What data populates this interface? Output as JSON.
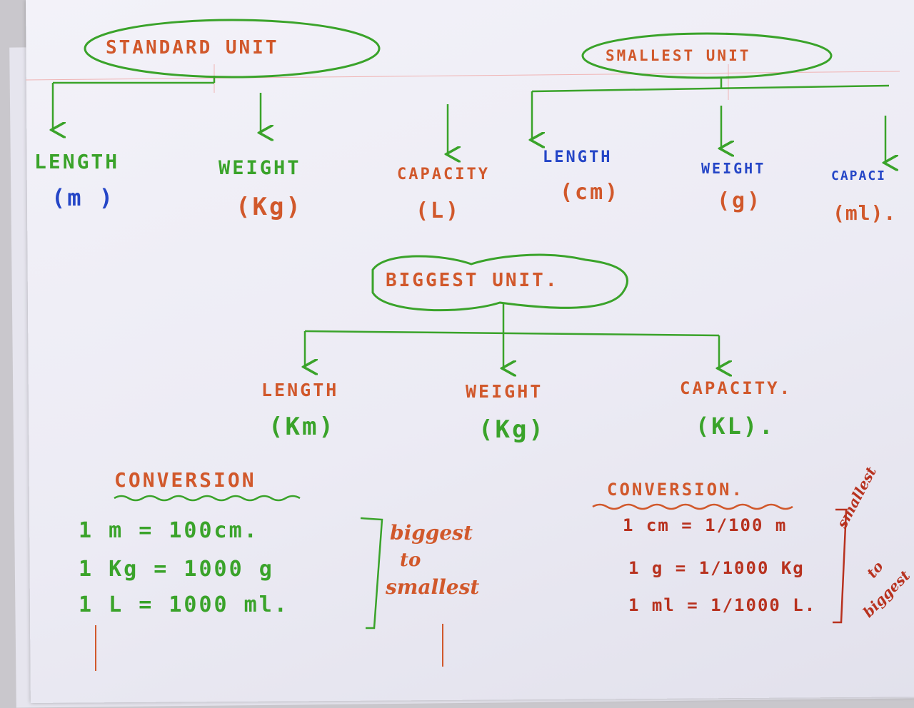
{
  "nodes": {
    "standard_unit": "STANDARD UNIT",
    "smallest_unit": "SMALLEST UNIT",
    "biggest_unit": "BIGGEST UNIT."
  },
  "standard": {
    "length": "LENGTH",
    "length_unit": "(m )",
    "weight": "WEIGHT",
    "weight_unit": "(Kg)",
    "capacity": "CAPACITY",
    "capacity_unit": "(L)"
  },
  "smallest": {
    "length": "LENGTH",
    "length_unit": "(cm)",
    "weight": "WEIGHT",
    "weight_unit": "(g)",
    "capacity": "CAPACI",
    "capacity_unit": "(ml)."
  },
  "biggest": {
    "length": "LENGTH",
    "length_unit": "(Km)",
    "weight": "WEIGHT",
    "weight_unit": "(Kg)",
    "capacity": "CAPACITY.",
    "capacity_unit": "(KL)."
  },
  "conversion_left": {
    "title": "CONVERSION",
    "rows": [
      "1 m  = 100cm.",
      "1 Kg = 1000 g",
      "1 L  = 1000 ml."
    ],
    "note": [
      "biggest",
      "to",
      "smallest"
    ]
  },
  "conversion_right": {
    "title": "CONVERSION.",
    "rows": [
      "1 cm =  1/100 m",
      "1 g =  1/1000 Kg",
      "1 ml =  1/1000 L."
    ],
    "note": [
      "smallest",
      "to",
      "biggest"
    ]
  },
  "colors": {
    "orange": "#d1582b",
    "green": "#3aa32a",
    "blue": "#2546c7",
    "red": "#b8321f"
  }
}
